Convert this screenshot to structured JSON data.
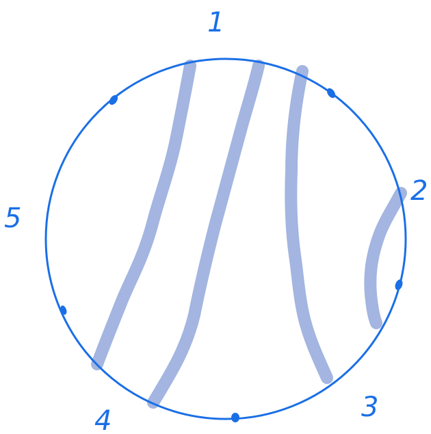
{
  "diagram": {
    "colors": {
      "circle": "#1a6fe6",
      "marker": "#1a6fe6",
      "label": "#1a6fe6",
      "chord": "#a3b5e0",
      "background": "#ffffff"
    },
    "labels": {
      "one": "1",
      "two": "2",
      "three": "3",
      "four": "4",
      "five": "5"
    }
  }
}
